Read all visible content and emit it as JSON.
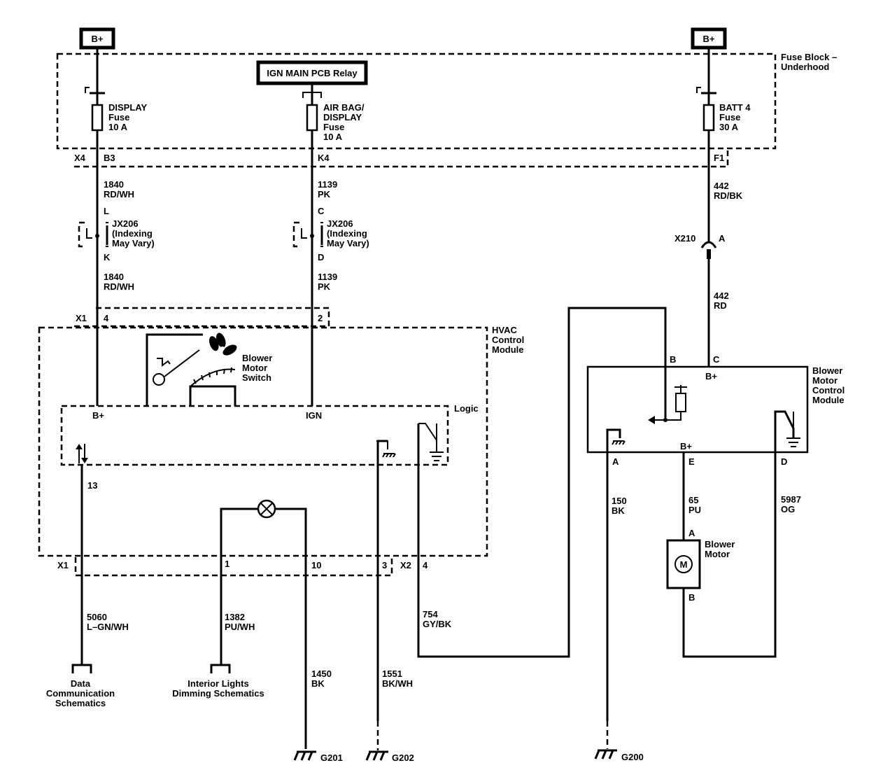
{
  "supply": {
    "bplus_left": "B+",
    "bplus_right": "B+"
  },
  "relay": {
    "label": "IGN MAIN PCB Relay"
  },
  "fuse_block": {
    "label_1": "Fuse Block –",
    "label_2": "Underhood"
  },
  "fuses": {
    "display": [
      "DISPLAY",
      "Fuse",
      "10 A"
    ],
    "airbag": [
      "AIR BAG/",
      "DISPLAY",
      "Fuse",
      "10 A"
    ],
    "batt4": [
      "BATT 4",
      "Fuse",
      "30 A"
    ]
  },
  "connectors": {
    "x4": "X4",
    "b3": "B3",
    "k4": "K4",
    "f1": "F1",
    "x1_top": "X1",
    "pin4": "4",
    "pin2": "2",
    "x1_bot": "X1",
    "x2": "X2",
    "pin1": "1",
    "pin10": "10",
    "pin3": "3",
    "pin4b": "4",
    "x210": "X210",
    "x210_a": "A",
    "l": "L",
    "k": "K",
    "c": "C",
    "d": "D"
  },
  "wires": {
    "w1840_top": [
      "1840",
      "RD/WH"
    ],
    "w1139_top": [
      "1139",
      "PK"
    ],
    "w442_top": [
      "442",
      "RD/BK"
    ],
    "w1840_bot": [
      "1840",
      "RD/WH"
    ],
    "w1139_bot": [
      "1139",
      "PK"
    ],
    "w442_bot": [
      "442",
      "RD"
    ],
    "w5060": [
      "5060",
      "L–GN/WH"
    ],
    "w1382": [
      "1382",
      "PU/WH"
    ],
    "w1450": [
      "1450",
      "BK"
    ],
    "w1551": [
      "1551",
      "BK/WH"
    ],
    "w754": [
      "754",
      "GY/BK"
    ],
    "w150": [
      "150",
      "BK"
    ],
    "w65": [
      "65",
      "PU"
    ],
    "w5987": [
      "5987",
      "OG"
    ]
  },
  "jx206": {
    "left": [
      "JX206",
      "(Indexing",
      "May Vary)"
    ],
    "right": [
      "JX206",
      "(Indexing",
      "May Vary)"
    ]
  },
  "hvac": {
    "label": [
      "HVAC",
      "Control",
      "Module"
    ],
    "switch": [
      "Blower",
      "Motor",
      "Switch"
    ],
    "logic": "Logic",
    "bplus": "B+",
    "ign": "IGN",
    "pin13": "13"
  },
  "bmcm": {
    "label": [
      "Blower",
      "Motor",
      "Control",
      "Module"
    ],
    "pin_b": "B",
    "pin_c": "C",
    "bplus_top": "B+",
    "pin_a": "A",
    "pin_e": "E",
    "pin_d": "D",
    "bplus_bot": "B+"
  },
  "motor": {
    "label": [
      "Blower",
      "Motor"
    ],
    "symbol": "M",
    "pin_a": "A",
    "pin_b": "B"
  },
  "destinations": {
    "data": [
      "Data",
      "Communication",
      "Schematics"
    ],
    "lights": [
      "Interior Lights",
      "Dimming Schematics"
    ]
  },
  "grounds": {
    "g201": "G201",
    "g202": "G202",
    "g200": "G200"
  }
}
